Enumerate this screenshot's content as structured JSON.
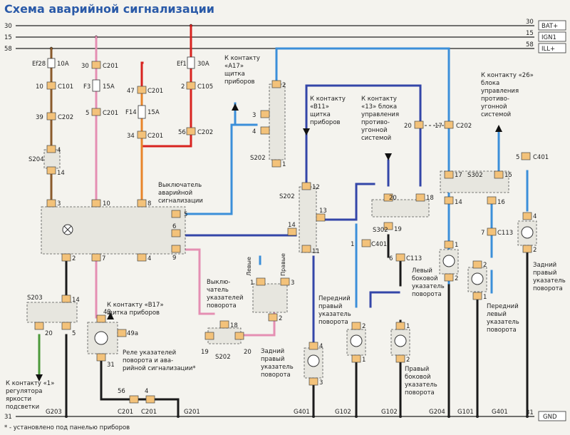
{
  "title": "Схема аварийной сигнализации",
  "buses": {
    "bat": {
      "number": "30",
      "tag": "BAT+"
    },
    "ign": {
      "number": "15",
      "tag": "IGN1"
    },
    "ill": {
      "number": "58",
      "tag": "ILL+"
    },
    "gnd": {
      "number": "31",
      "tag": "GND"
    }
  },
  "fuses": {
    "ef28": {
      "name": "Ef28",
      "rating": "10A"
    },
    "f3": {
      "name": "F3",
      "rating": "15A"
    },
    "f14": {
      "name": "F14",
      "rating": "15A"
    },
    "ef1": {
      "name": "Ef1",
      "rating": "30A"
    }
  },
  "connectors": {
    "c101": "C101",
    "c201": "C201",
    "c202": "C202",
    "c105": "C105",
    "s204": "S204",
    "s202": "S202",
    "s203": "S203",
    "c401": "C401",
    "s302": "S302",
    "c113": "C113",
    "g203": "G203",
    "g201": "G201",
    "g401": "G401",
    "g102": "G102",
    "g204": "G204",
    "g101": "G101"
  },
  "pins": {
    "p10": "10",
    "p39": "39",
    "p4": "4",
    "p14": "14",
    "p3": "3",
    "p30": "30",
    "p5": "5",
    "p47": "47",
    "p34": "34",
    "p2": "2",
    "p56": "56",
    "p8": "8",
    "p6": "6",
    "p9": "9",
    "p7": "7",
    "p20": "20",
    "p12": "12",
    "p13": "13",
    "p11": "11",
    "p1": "1",
    "p17": "17",
    "p18": "18",
    "p15": "15",
    "p16": "16",
    "p19": "19",
    "p49": "49",
    "p49a": "49а",
    "p31": "31"
  },
  "labels": {
    "a17_line1": "К контакту",
    "a17_line2": "«A17»",
    "a17_line3": "щитка",
    "a17_line4": "приборов",
    "b11_line1": "К контакту",
    "b11_line2": "«B11»",
    "b11_line3": "щитка",
    "b11_line4": "приборов",
    "c13_line1": "К контакту",
    "c13_line2": "«13» блока",
    "c13_line3": "управления",
    "c13_line4": "противо-",
    "c13_line5": "угонной",
    "c13_line6": "системой",
    "c26_line1": "К контакту «26»",
    "c26_line2": "блока",
    "c26_line3": "управления",
    "c26_line4": "противо-",
    "c26_line5": "угонной",
    "c26_line6": "системой",
    "hazard_sw_line1": "Выключатель",
    "hazard_sw_line2": "аварийной",
    "hazard_sw_line3": "сигнализации",
    "turn_sw_line1": "Выклю-",
    "turn_sw_line2": "чатель",
    "turn_sw_line3": "указателей",
    "turn_sw_line4": "поворота",
    "left": "Левые",
    "right": "Правые",
    "b17_line1": "К контакту «B17»",
    "b17_line2": "щитка приборов",
    "relay_line1": "Реле указателей",
    "relay_line2": "поворота и ава-",
    "relay_line3": "рийной сигнализации*",
    "reg_line1": "К контакту «1»",
    "reg_line2": "регулятора",
    "reg_line3": "яркости",
    "reg_line4": "подсветки",
    "rr_line1": "Задний",
    "rr_line2": "правый",
    "rr_line3": "указатель",
    "rr_line4": "поворота",
    "fr_line1": "Передний",
    "fr_line2": "правый",
    "fr_line3": "указатель",
    "fr_line4": "поворота",
    "ls_line1": "Левый",
    "ls_line2": "боковой",
    "ls_line3": "указатель",
    "ls_line4": "поворота",
    "rs_line1": "Правый",
    "rs_line2": "боковой",
    "rs_line3": "указатель",
    "rs_line4": "поворота",
    "fl_line1": "Передний",
    "fl_line2": "левый",
    "fl_line3": "указатель",
    "fl_line4": "поворота",
    "rrr_line1": "Задний",
    "rrr_line2": "правый",
    "rrr_line3": "указатель",
    "rrr_line4": "поворота",
    "footnote": "* - установлено под панелью приборов"
  },
  "colors": {
    "blue": "#3b8fd9",
    "dark_blue": "#3346a8",
    "red": "#d8231f",
    "orange": "#e8842a",
    "pink": "#e58fb3",
    "green": "#4c9a3a",
    "black": "#1a1a1a",
    "brown": "#8a5a2b",
    "connector": "#f3c27a",
    "title": "#2a5aa8"
  }
}
